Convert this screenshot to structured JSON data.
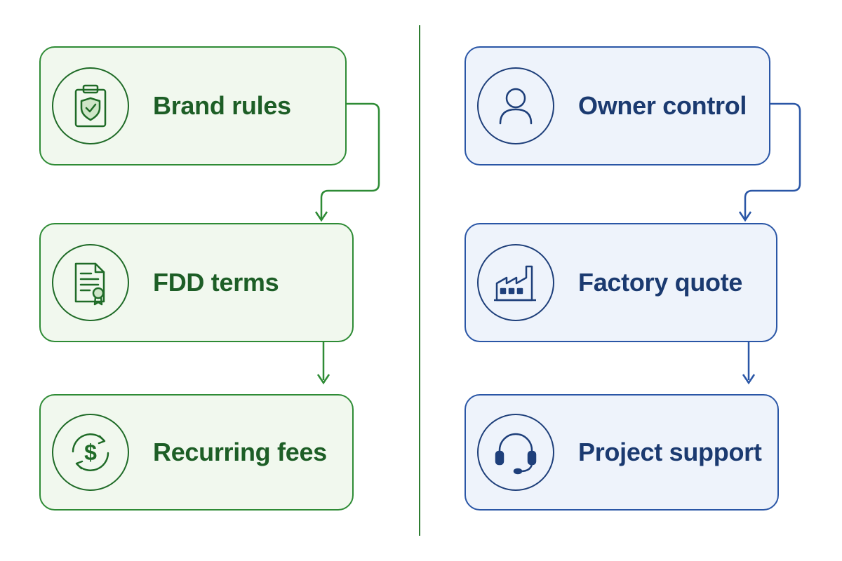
{
  "left_column": {
    "color": "#2e8b35",
    "items": [
      {
        "label": "Brand rules",
        "icon": "clipboard-shield-icon"
      },
      {
        "label": "FDD terms",
        "icon": "document-certificate-icon"
      },
      {
        "label": "Recurring fees",
        "icon": "dollar-cycle-icon"
      }
    ]
  },
  "right_column": {
    "color": "#2a56a6",
    "items": [
      {
        "label": "Owner control",
        "icon": "person-icon"
      },
      {
        "label": "Factory quote",
        "icon": "factory-icon"
      },
      {
        "label": "Project support",
        "icon": "headset-icon"
      }
    ]
  }
}
